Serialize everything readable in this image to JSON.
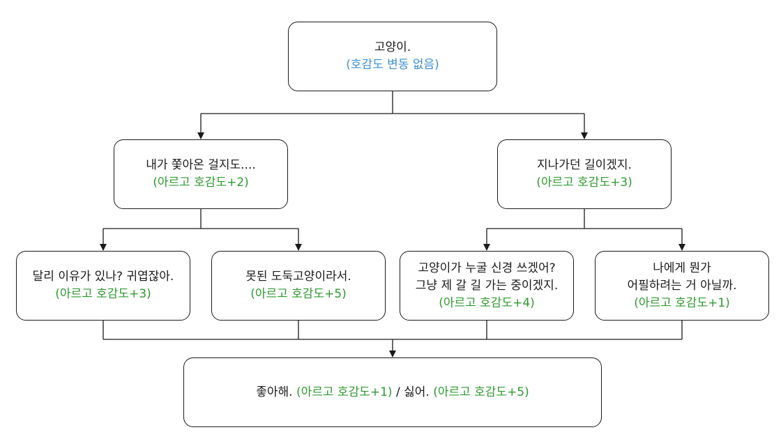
{
  "nodes": {
    "root": {
      "line1": "고양이.",
      "effect": "(호감도 변동 없음)"
    },
    "branch_left": {
      "line1": "내가 쫓아온 걸지도....",
      "effect": "(아르고 호감도+2)"
    },
    "branch_right": {
      "line1": "지나가던 길이겠지.",
      "effect": "(아르고 호감도+3)"
    },
    "leaf_1": {
      "line1": "달리 이유가 있나? 귀엽잖아.",
      "effect": "(아르고 호감도+3)"
    },
    "leaf_2": {
      "line1": "못된 도둑고양이라서.",
      "effect": "(아르고 호감도+5)"
    },
    "leaf_3": {
      "line1": "고양이가 누굴 신경 쓰겠어?",
      "line2": "그냥 제 갈 길 가는 중이겠지.",
      "effect": "(아르고 호감도+4)"
    },
    "leaf_4": {
      "line1": "나에게 뭔가",
      "line2": "어필하려는 거 아닐까.",
      "effect": "(아르고 호감도+1)"
    },
    "final": {
      "opt1_text": "좋아해.",
      "opt1_effect": "(아르고 호감도+1)",
      "separator": "/",
      "opt2_text": "싫어.",
      "opt2_effect": "(아르고 호감도+5)"
    }
  },
  "colors": {
    "neutral_effect": "#3a8fd6",
    "positive_effect": "#2e9a2e",
    "line": "#1a1a1a"
  }
}
